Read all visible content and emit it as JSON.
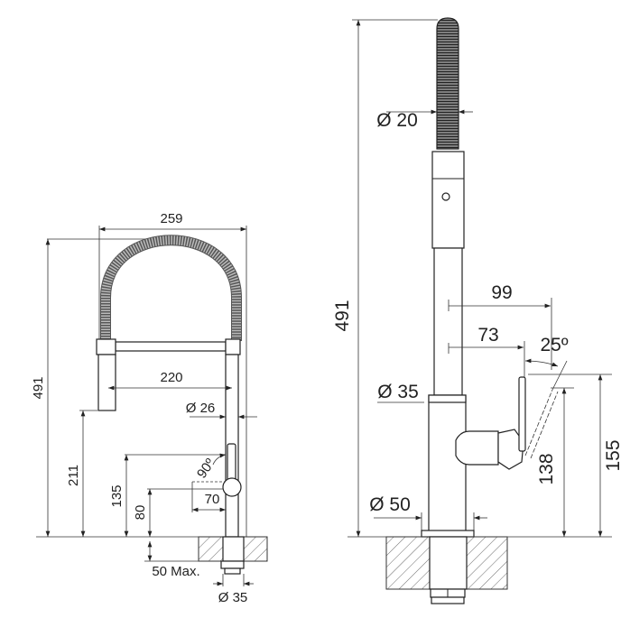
{
  "title": "Pull-out kitchen faucet dimension drawings",
  "left_view": {
    "width_total": "259",
    "height_total": "491",
    "spout_reach": "220",
    "spout_diameter": "Ø 26",
    "spray_height": "211",
    "handle_top_height": "135",
    "handle_pivot_height": "80",
    "handle_angle": "90º",
    "handle_reach": "70",
    "counter_thickness": "50 Max.",
    "base_diameter": "Ø 35"
  },
  "right_view": {
    "height_total": "491",
    "head_diameter": "Ø 20",
    "reach_outer": "99",
    "reach_inner": "73",
    "handle_angle": "25º",
    "body_diameter": "Ø 35",
    "handle_top_height": "155",
    "handle_height": "138",
    "base_diameter": "Ø 50"
  }
}
